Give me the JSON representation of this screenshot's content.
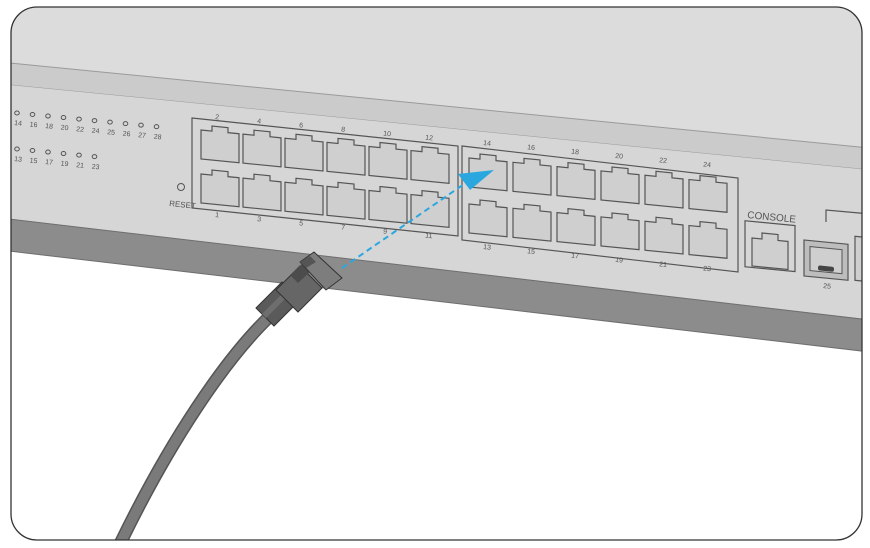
{
  "switch": {
    "led_top_labels": [
      "14",
      "16",
      "18",
      "20",
      "22",
      "24",
      "25",
      "26",
      "27",
      "28"
    ],
    "led_bottom_labels": [
      "13",
      "15",
      "17",
      "19",
      "21",
      "23"
    ],
    "reset_label": "RESET",
    "console_label": "CONSOLE",
    "sfp_label": "25",
    "bank1_top_labels": [
      "2",
      "4",
      "6",
      "8",
      "10",
      "12"
    ],
    "bank1_bottom_labels": [
      "1",
      "3",
      "5",
      "7",
      "9",
      "11"
    ],
    "bank2_top_labels": [
      "14",
      "16",
      "18",
      "20",
      "22",
      "24"
    ],
    "bank2_bottom_labels": [
      "13",
      "15",
      "17",
      "19",
      "21",
      "23"
    ]
  },
  "colors": {
    "panel": "#d9d9d9",
    "panel_dark": "#8a8a8a",
    "port_fill": "#cfcfcf",
    "arrow": "#2aa7df",
    "cable": "#6a6a6a",
    "frame": "#333333"
  }
}
